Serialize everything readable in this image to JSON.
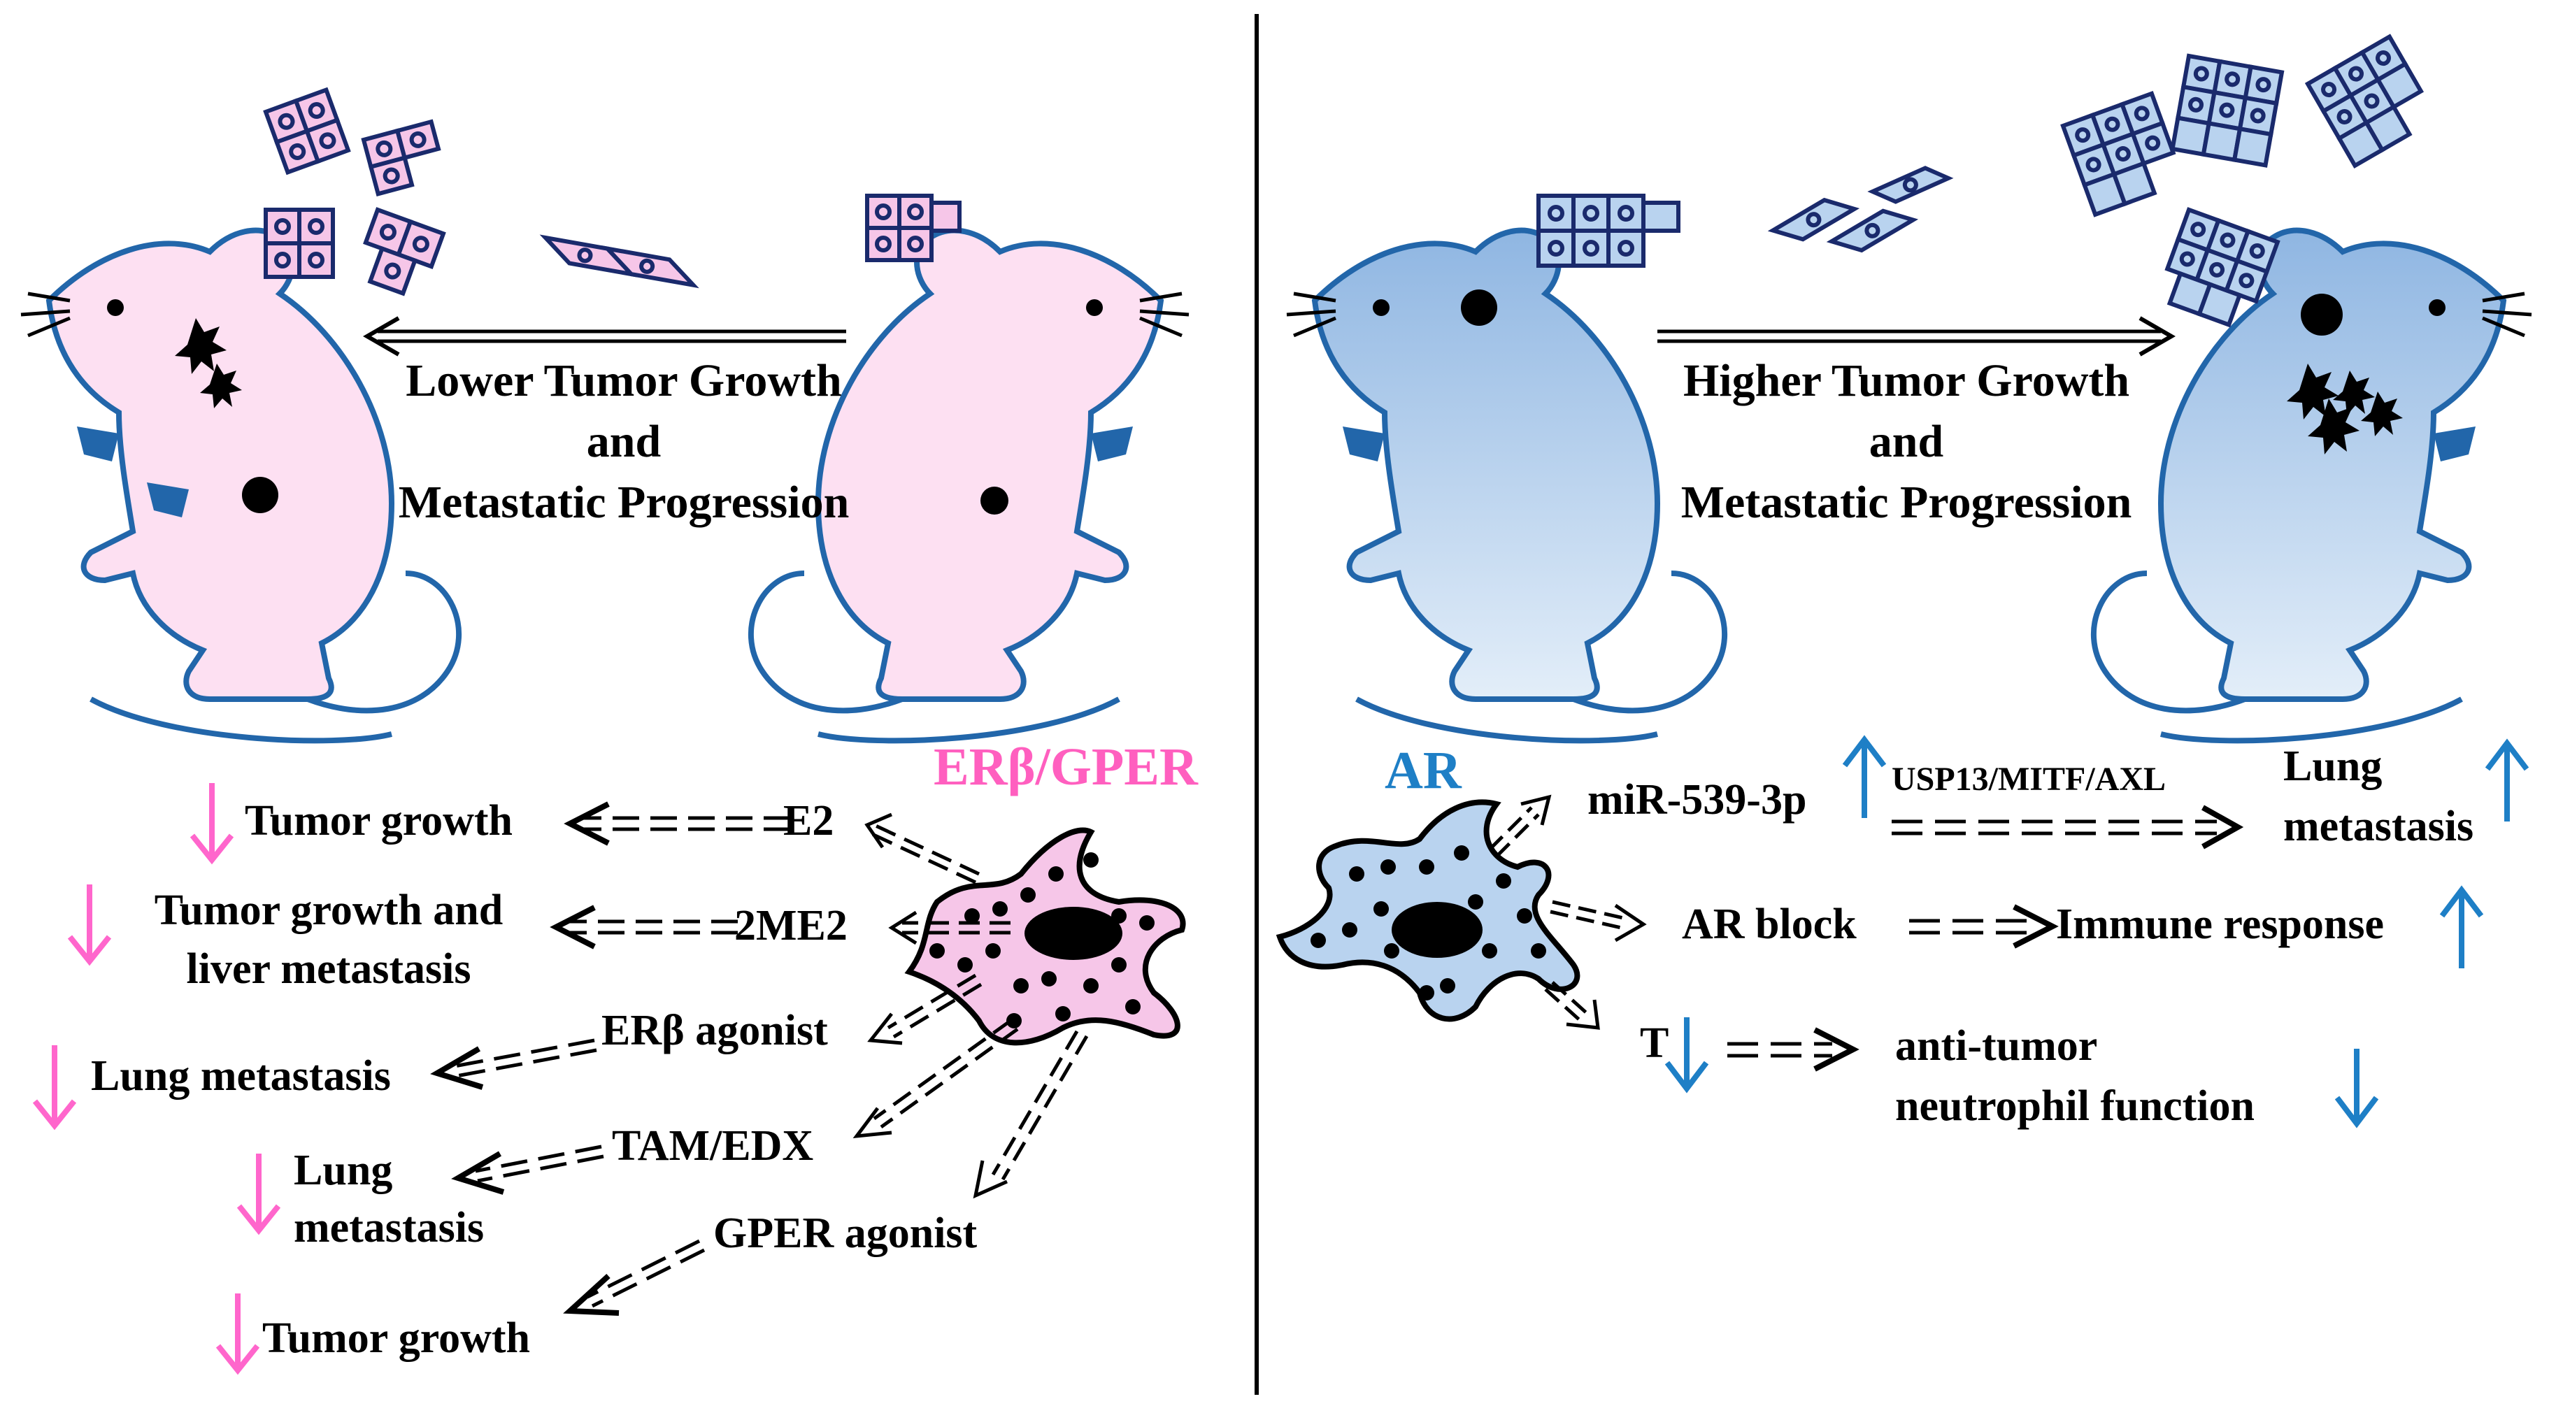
{
  "colors": {
    "female_mouse": "#fde0f2",
    "male_mouse_top": "#9dc0e6",
    "male_mouse_bottom": "#ddeaf7",
    "outline": "#2266aa",
    "cell_outline": "#1a2a6c",
    "pink_cell": "#f6c6e8",
    "blue_cell": "#b9d3ef",
    "pink_arrow": "#ff66cc",
    "blue_arrow": "#1e7fc6"
  },
  "top_left": {
    "line1": "Lower Tumor Growth",
    "line2": "and",
    "line3": "Metastatic Progression"
  },
  "top_right": {
    "line1": "Higher Tumor Growth",
    "line2": "and",
    "line3": "Metastatic Progression"
  },
  "left_panel": {
    "receptor": "ERβ/GPER",
    "items": [
      {
        "ligand": "E2",
        "outcome": "Tumor growth",
        "direction": "down"
      },
      {
        "ligand": "2ME2",
        "outcome_line1": "Tumor growth and",
        "outcome_line2": "liver metastasis",
        "direction": "down"
      },
      {
        "ligand": "ERβ agonist",
        "outcome": "Lung metastasis",
        "direction": "down"
      },
      {
        "ligand": "TAM/EDX",
        "outcome_line1": "Lung",
        "outcome_line2": "metastasis",
        "direction": "down"
      },
      {
        "ligand": "GPER agonist",
        "outcome": "Tumor growth",
        "direction": "down"
      }
    ]
  },
  "right_panel": {
    "receptor": "AR",
    "row1": {
      "mediator": "miR-539-3p",
      "pathway": "USP13/MITF/AXL",
      "outcome_line1": "Lung",
      "outcome_line2": "metastasis"
    },
    "row2": {
      "mediator": "AR block",
      "outcome": "Immune response"
    },
    "row3": {
      "mediator": "T",
      "outcome_line1": "anti-tumor",
      "outcome_line2": "neutrophil  function"
    }
  }
}
